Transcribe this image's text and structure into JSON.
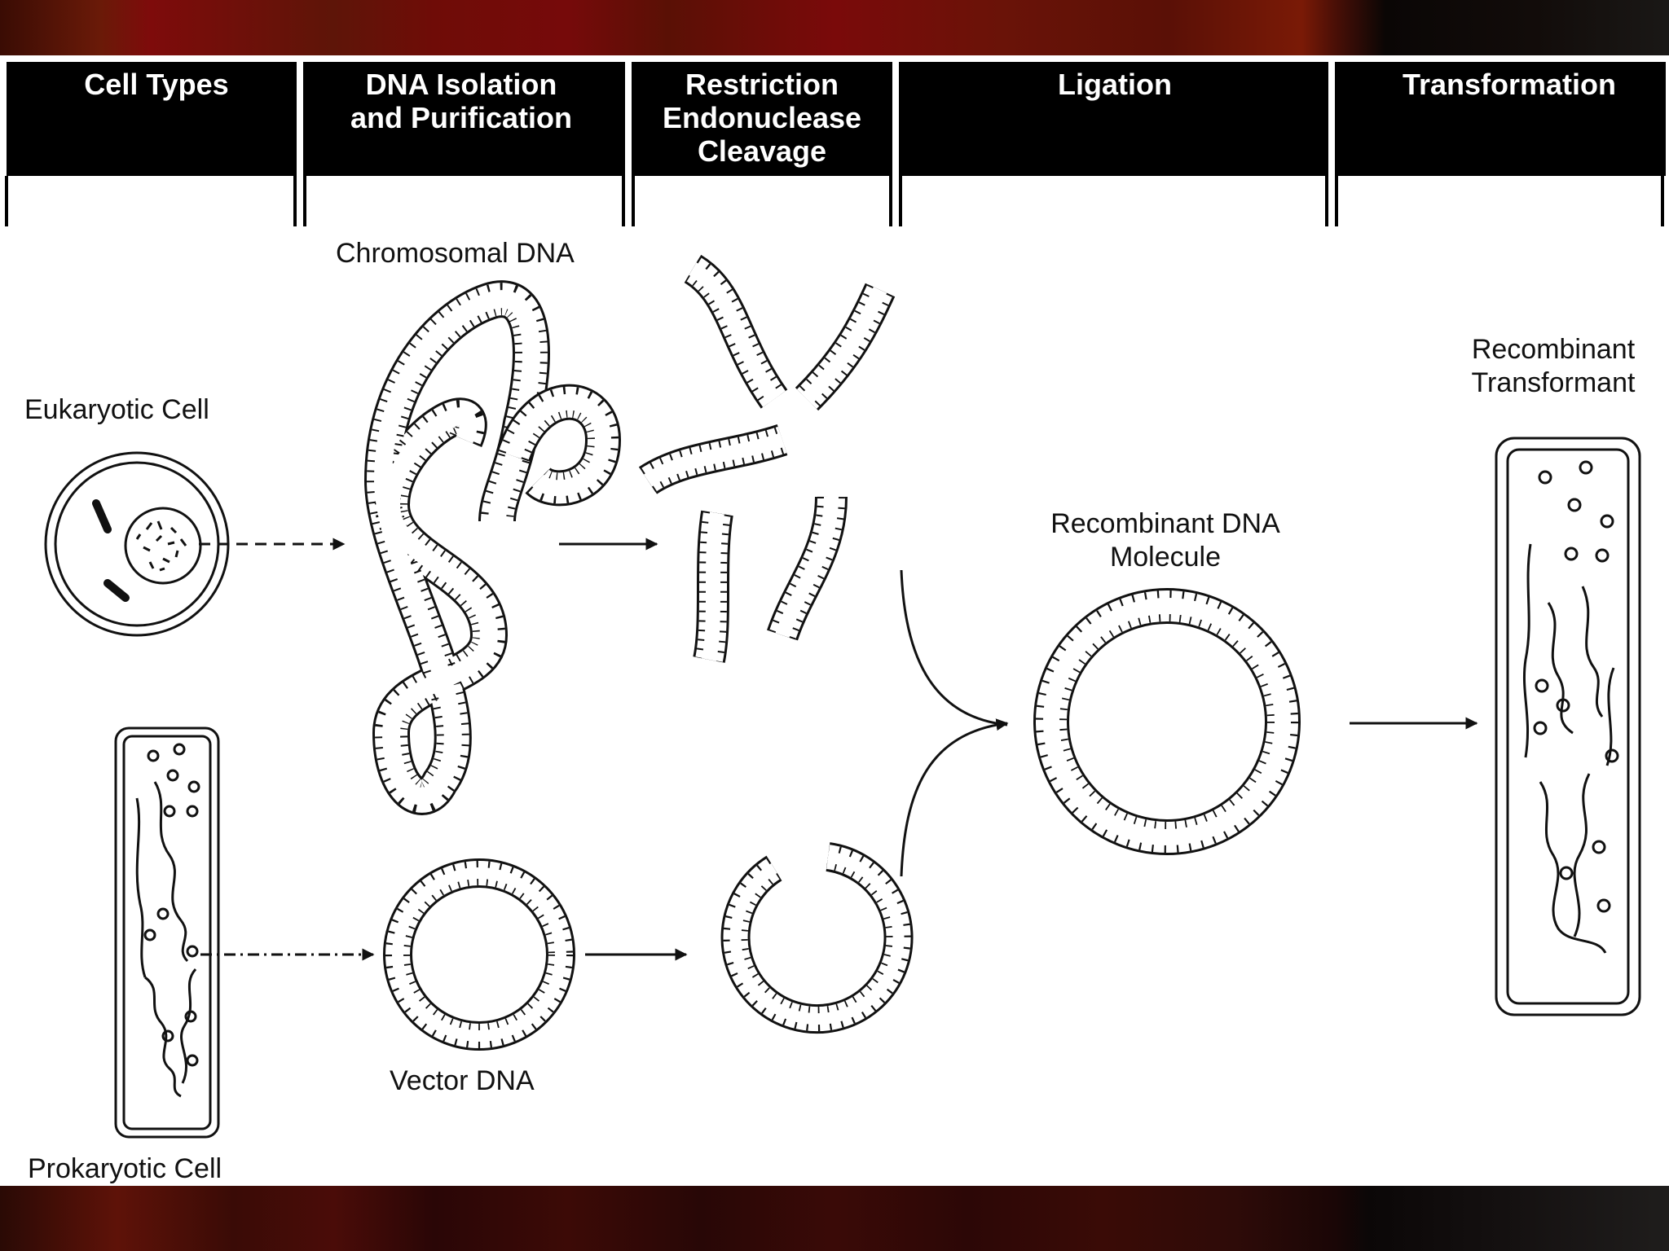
{
  "headers": [
    {
      "lines": [
        "Cell Types"
      ]
    },
    {
      "lines": [
        "DNA Isolation",
        "and Purification"
      ]
    },
    {
      "lines": [
        "Restriction",
        "Endonuclease",
        "Cleavage"
      ]
    },
    {
      "lines": [
        "Ligation"
      ]
    },
    {
      "lines": [
        "Transformation"
      ]
    }
  ],
  "labels": {
    "eukaryotic_cell": "Eukaryotic Cell",
    "prokaryotic_cell": "Prokaryotic Cell",
    "chromosomal_dna": "Chromosomal DNA",
    "vector_dna": "Vector DNA",
    "recombinant_dna": [
      "Recombinant DNA",
      "Molecule"
    ],
    "recombinant_transformant": [
      "Recombinant",
      "Transformant"
    ]
  },
  "colors": {
    "header_bg": "#000000",
    "line": "#111111",
    "band_dark_red": "#6e0c07"
  }
}
